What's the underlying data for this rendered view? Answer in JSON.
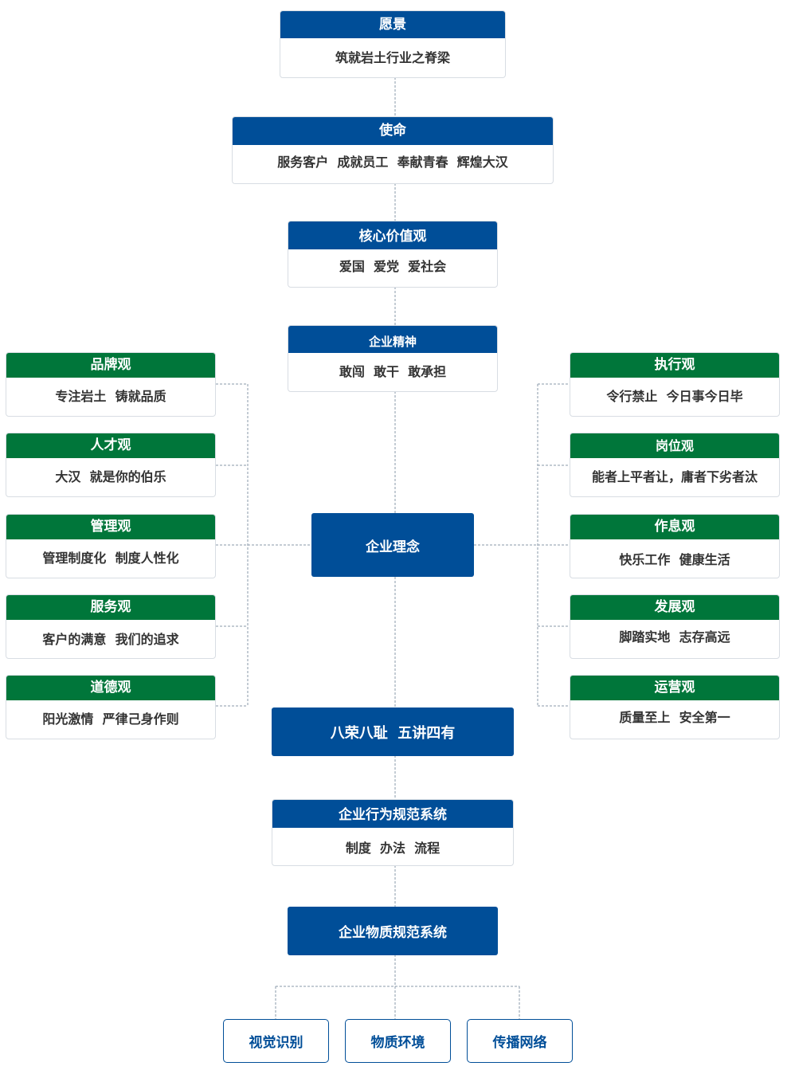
{
  "colors": {
    "blue": "#004e98",
    "green": "#00763a",
    "line": "#8a98aa",
    "text": "#333333"
  },
  "vision": {
    "title": "愿景",
    "content": "筑就岩土行业之脊梁"
  },
  "mission": {
    "title": "使命",
    "content": "服务客户  成就员工  奉献青春  辉煌大汉"
  },
  "core_values": {
    "title": "核心价值观",
    "content": "爱国  爱党  爱社会"
  },
  "spirit": {
    "title": "企业精神",
    "content": "敢闯  敢干  敢承担"
  },
  "philosophy": {
    "title": "企业理念"
  },
  "left_views": [
    {
      "title": "品牌观",
      "content": "专注岩土  铸就品质"
    },
    {
      "title": "人才观",
      "content": "大汉  就是你的伯乐"
    },
    {
      "title": "管理观",
      "content": "管理制度化  制度人性化"
    },
    {
      "title": "服务观",
      "content": "客户的满意  我们的追求"
    },
    {
      "title": "道德观",
      "content": "阳光激情  严律己身作则"
    }
  ],
  "right_views": [
    {
      "title": "执行观",
      "content": "令行禁止  今日事今日毕"
    },
    {
      "title": "岗位观",
      "content": "能者上平者让，庸者下劣者汰"
    },
    {
      "title": "作息观",
      "content": "快乐工作  健康生活"
    },
    {
      "title": "发展观",
      "content": "脚踏实地  志存高远"
    },
    {
      "title": "运营观",
      "content": "质量至上  安全第一"
    }
  ],
  "honor": {
    "title": "八荣八耻  五讲四有"
  },
  "behavior": {
    "title": "企业行为规范系统",
    "content": "制度  办法  流程"
  },
  "material": {
    "title": "企业物质规范系统"
  },
  "outputs": [
    {
      "label": "视觉识别"
    },
    {
      "label": "物质环境"
    },
    {
      "label": "传播网络"
    }
  ]
}
